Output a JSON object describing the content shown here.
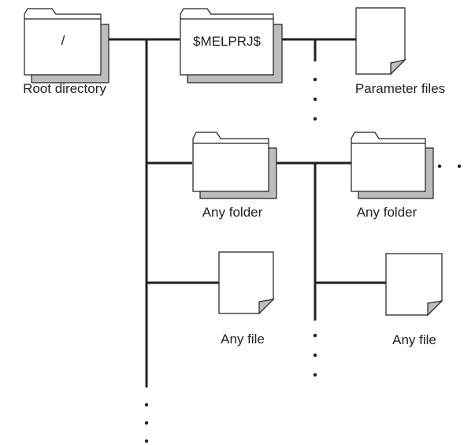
{
  "nodes": {
    "root": {
      "inner": "/",
      "caption": "Root directory"
    },
    "melprj": {
      "inner": "$MELPRJ$"
    },
    "param_files": {
      "caption": "Parameter files"
    },
    "folder_a": {
      "caption": "Any folder"
    },
    "folder_b": {
      "caption": "Any folder"
    },
    "file_a": {
      "caption": "Any file"
    },
    "file_b": {
      "caption": "Any file"
    }
  },
  "colors": {
    "line": "#231f20",
    "shadow": "#bcbdbf",
    "face": "#ffffff"
  }
}
